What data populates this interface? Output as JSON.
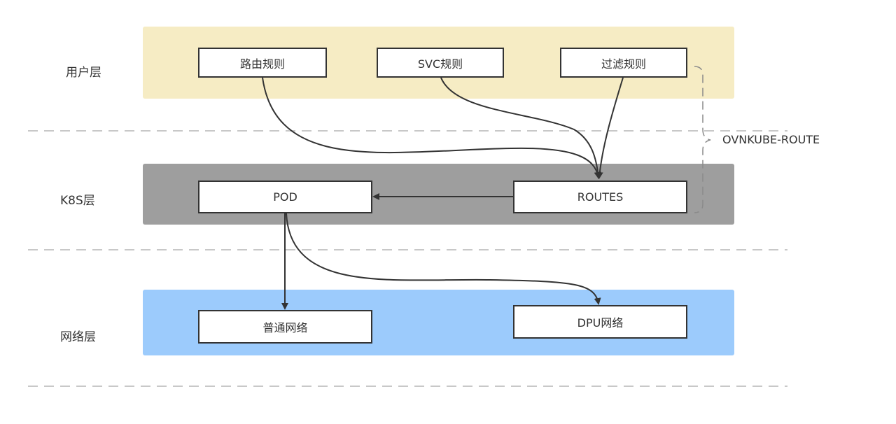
{
  "layers": {
    "user": "用户层",
    "k8s": "K8S层",
    "network": "网络层"
  },
  "nodes": {
    "route_rule": "路由规则",
    "svc_rule": "SVC规则",
    "filter_rule": "过滤规则",
    "pod": "POD",
    "routes": "ROUTES",
    "normal_net": "普通网络",
    "dpu_net": "DPU网络"
  },
  "annotation": "OVNKUBE-ROUTE",
  "colors": {
    "user_layer_bg": "#f6ecc4",
    "k8s_layer_bg": "#9e9e9e",
    "network_layer_bg": "#9ccbfc",
    "stroke": "#333333",
    "divider": "#b5b5b5"
  },
  "edges": [
    {
      "from": "route_rule",
      "to": "routes"
    },
    {
      "from": "svc_rule",
      "to": "routes"
    },
    {
      "from": "filter_rule",
      "to": "routes"
    },
    {
      "from": "routes",
      "to": "pod"
    },
    {
      "from": "pod",
      "to": "normal_net"
    },
    {
      "from": "pod",
      "to": "dpu_net"
    }
  ]
}
